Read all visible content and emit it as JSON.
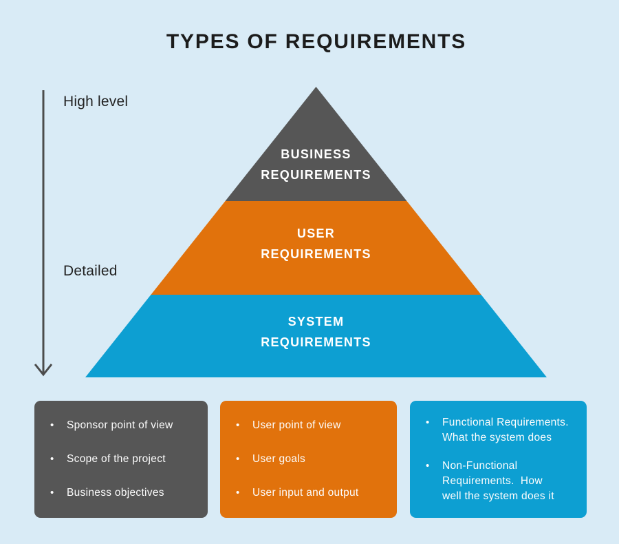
{
  "title": "TYPES OF REQUIREMENTS",
  "axis": {
    "top_label": "High level",
    "bottom_label": "Detailed",
    "arrow_color": "#4c4c4c"
  },
  "pyramid": {
    "levels": [
      {
        "label": "BUSINESS\nREQUIREMENTS",
        "color": "#565656"
      },
      {
        "label": "USER\nREQUIREMENTS",
        "color": "#e1720c"
      },
      {
        "label": "SYSTEM\nREQUIREMENTS",
        "color": "#0d9fd2"
      }
    ]
  },
  "cards": [
    {
      "color": "#565656",
      "items": [
        "Sponsor point of view",
        "Scope of the project",
        "Business objectives"
      ]
    },
    {
      "color": "#e1720c",
      "items": [
        "User point of view",
        "User goals",
        "User input and output"
      ]
    },
    {
      "color": "#0d9fd2",
      "items": [
        "Functional Requirements.\nWhat the system does",
        "Non-Functional\nRequirements.  How\nwell the system does it"
      ]
    }
  ],
  "colors": {
    "background": "#d9ebf6",
    "title_text": "#1c1c1c",
    "label_text": "#ffffff"
  },
  "bullet_glyph": "•"
}
